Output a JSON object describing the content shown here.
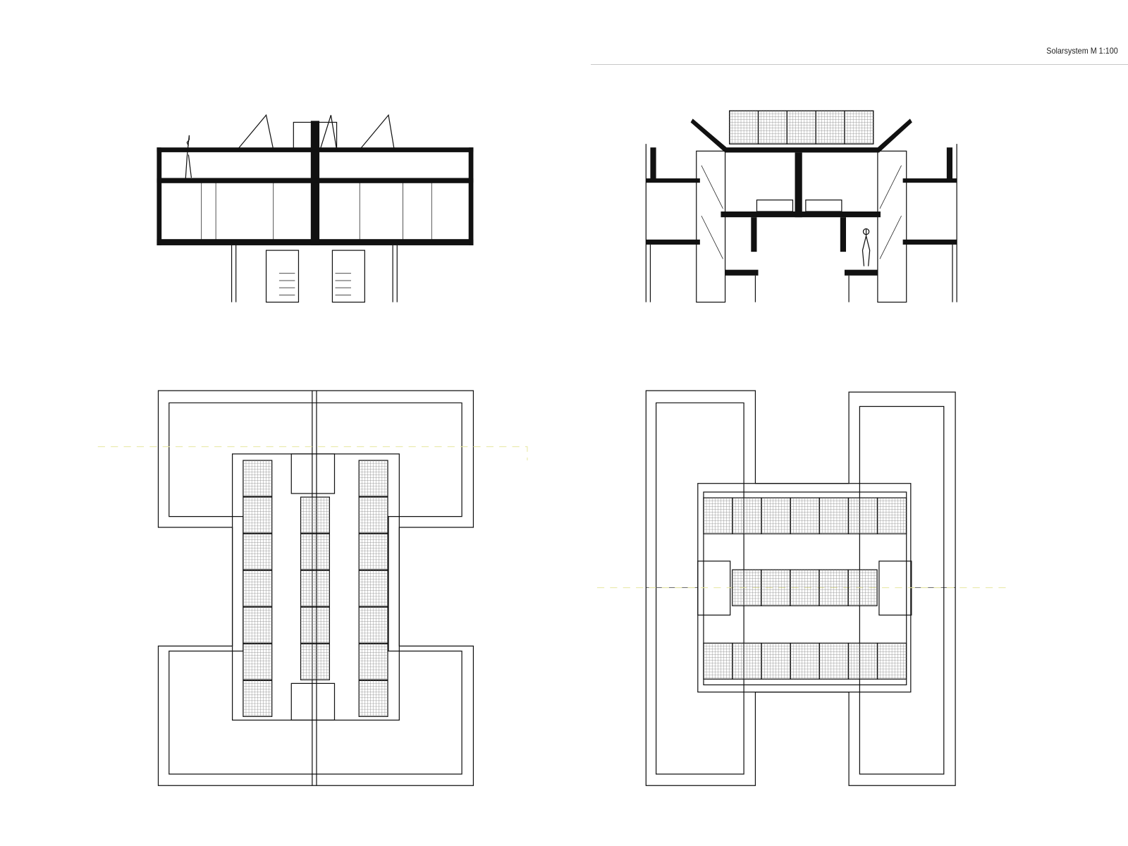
{
  "sheet": {
    "title": "Solarsystem M 1:100"
  },
  "drawings": [
    {
      "name": "section-left"
    },
    {
      "name": "section-right"
    },
    {
      "name": "roof-plan-left"
    },
    {
      "name": "roof-plan-right"
    }
  ],
  "colors": {
    "line": "#111111",
    "section_line": "#e8e8a0",
    "rule": "#c8c8c8"
  }
}
